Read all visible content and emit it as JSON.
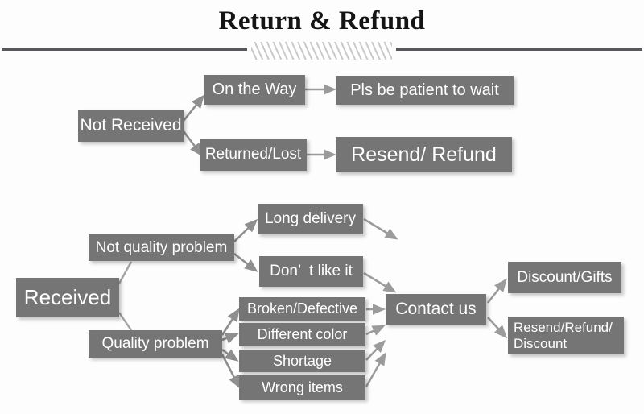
{
  "header": {
    "title": "Return & Refund",
    "divider_icon": "diagonal-hatch-divider"
  },
  "colors": {
    "box_fill": "#757575",
    "box_text": "#ffffff",
    "rule": "#56585b",
    "arrow": "#8d8d8d",
    "background": "#fdfdfd"
  },
  "flow": {
    "not_received": {
      "root": "Not Received",
      "branches": [
        {
          "cause": "On the Way",
          "outcome": "Pls be patient to wait"
        },
        {
          "cause": "Returned/Lost",
          "outcome": "Resend/ Refund"
        }
      ]
    },
    "received": {
      "root": "Received",
      "not_quality_problem": "Not quality problem",
      "quality_problem": "Quality problem",
      "not_quality_reasons": [
        "Long delivery",
        "Don’  t like it"
      ],
      "quality_reasons": [
        "Broken/Defective",
        "Different color",
        "Shortage",
        "Wrong items"
      ],
      "contact": "Contact us",
      "resolutions": [
        "Discount/Gifts",
        "Resend/Refund/\nDiscount"
      ]
    }
  }
}
